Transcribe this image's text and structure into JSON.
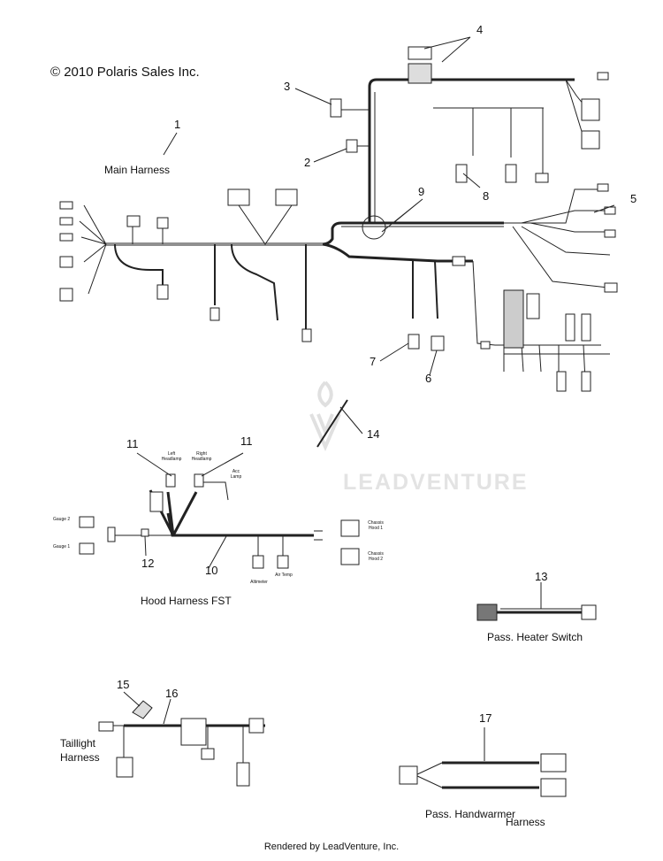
{
  "copyright": "© 2010 Polaris Sales Inc.",
  "footer": "Rendered by LeadVenture, Inc.",
  "watermark": "LEADVENTURE",
  "titles": {
    "main": "Main Harness",
    "hood": "Hood Harness FST",
    "heater": "Pass. Heater Switch",
    "taillight_1": "Taillight",
    "taillight_2": "Harness",
    "handwarmer_1": "Pass. Handwarmer",
    "handwarmer_2": "Harness"
  },
  "component_labels": {
    "left_headlamp": "Left Headlamp",
    "right_headlamp": "Right Headlamp",
    "acc_lamp": "Acc Lamp",
    "gauge_2": "Gauge 2",
    "gauge_1": "Gauge 1",
    "chassis_hood_1": "Chassis Hood 1",
    "chassis_hood_2": "Chassis Hood 2",
    "altimeter": "Altimeter",
    "air_temp": "Air Temp"
  },
  "callouts": [
    "1",
    "2",
    "3",
    "4",
    "5",
    "6",
    "7",
    "8",
    "9",
    "10",
    "11",
    "11",
    "12",
    "13",
    "14",
    "15",
    "16",
    "17"
  ],
  "colors": {
    "wire": "#222222",
    "watermark": "#e3e3e3"
  }
}
